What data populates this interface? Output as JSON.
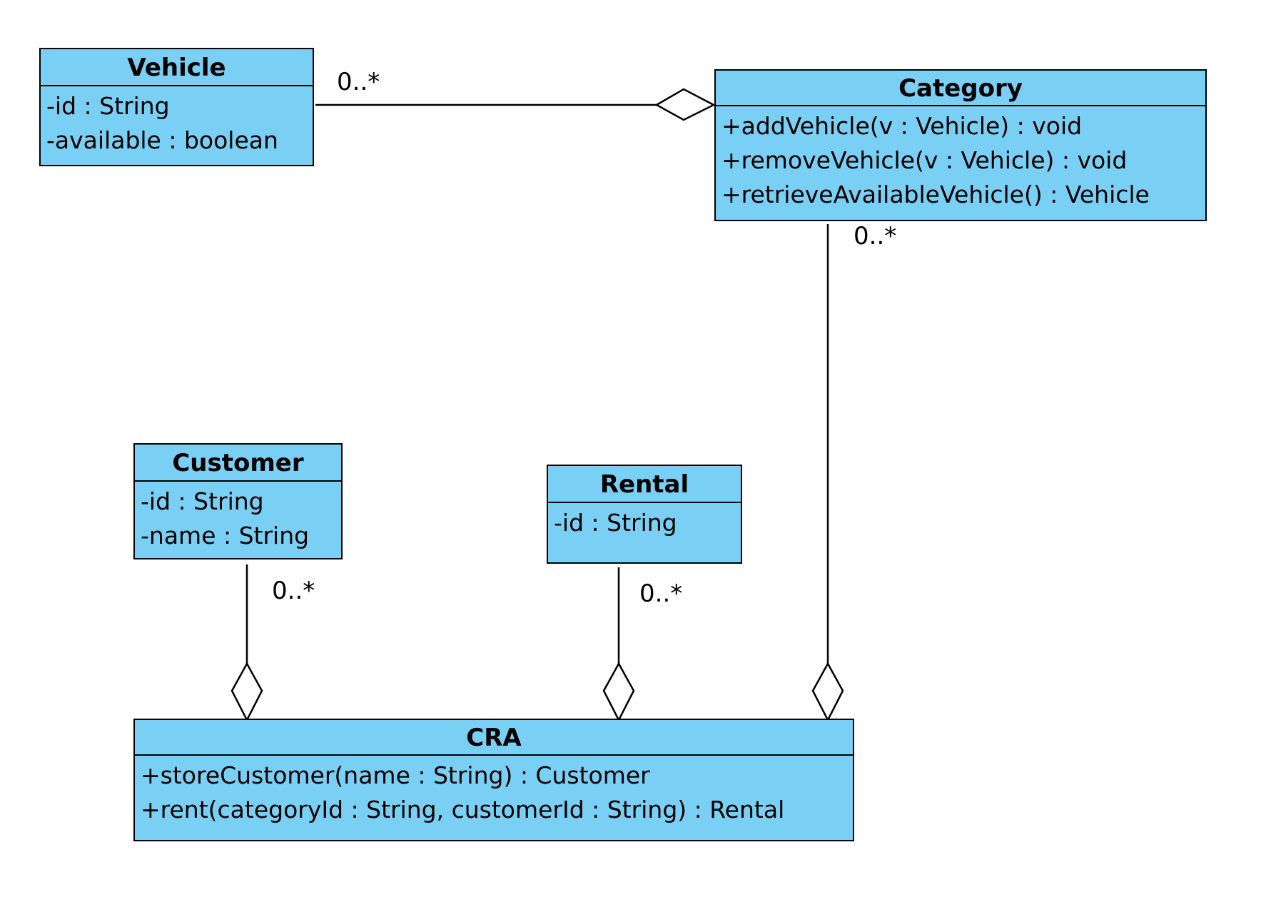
{
  "classes": {
    "vehicle": {
      "name": "Vehicle",
      "members": [
        "-id : String",
        "-available : boolean"
      ]
    },
    "category": {
      "name": "Category",
      "members": [
        "+addVehicle(v : Vehicle) : void",
        "+removeVehicle(v : Vehicle) : void",
        "+retrieveAvailableVehicle() : Vehicle"
      ]
    },
    "customer": {
      "name": "Customer",
      "members": [
        "-id : String",
        "-name : String"
      ]
    },
    "rental": {
      "name": "Rental",
      "members": [
        "-id : String"
      ]
    },
    "cra": {
      "name": "CRA",
      "members": [
        "+storeCustomer(name : String) : Customer",
        "+rent(categoryId : String, customerId : String) : Rental"
      ]
    }
  },
  "associations": {
    "vehicle_category": {
      "multiplicity": "0..*"
    },
    "category_cra": {
      "multiplicity": "0..*"
    },
    "customer_cra": {
      "multiplicity": "0..*"
    },
    "rental_cra": {
      "multiplicity": "0..*"
    }
  },
  "colors": {
    "class_fill": "#7acff4",
    "line": "#000000"
  }
}
